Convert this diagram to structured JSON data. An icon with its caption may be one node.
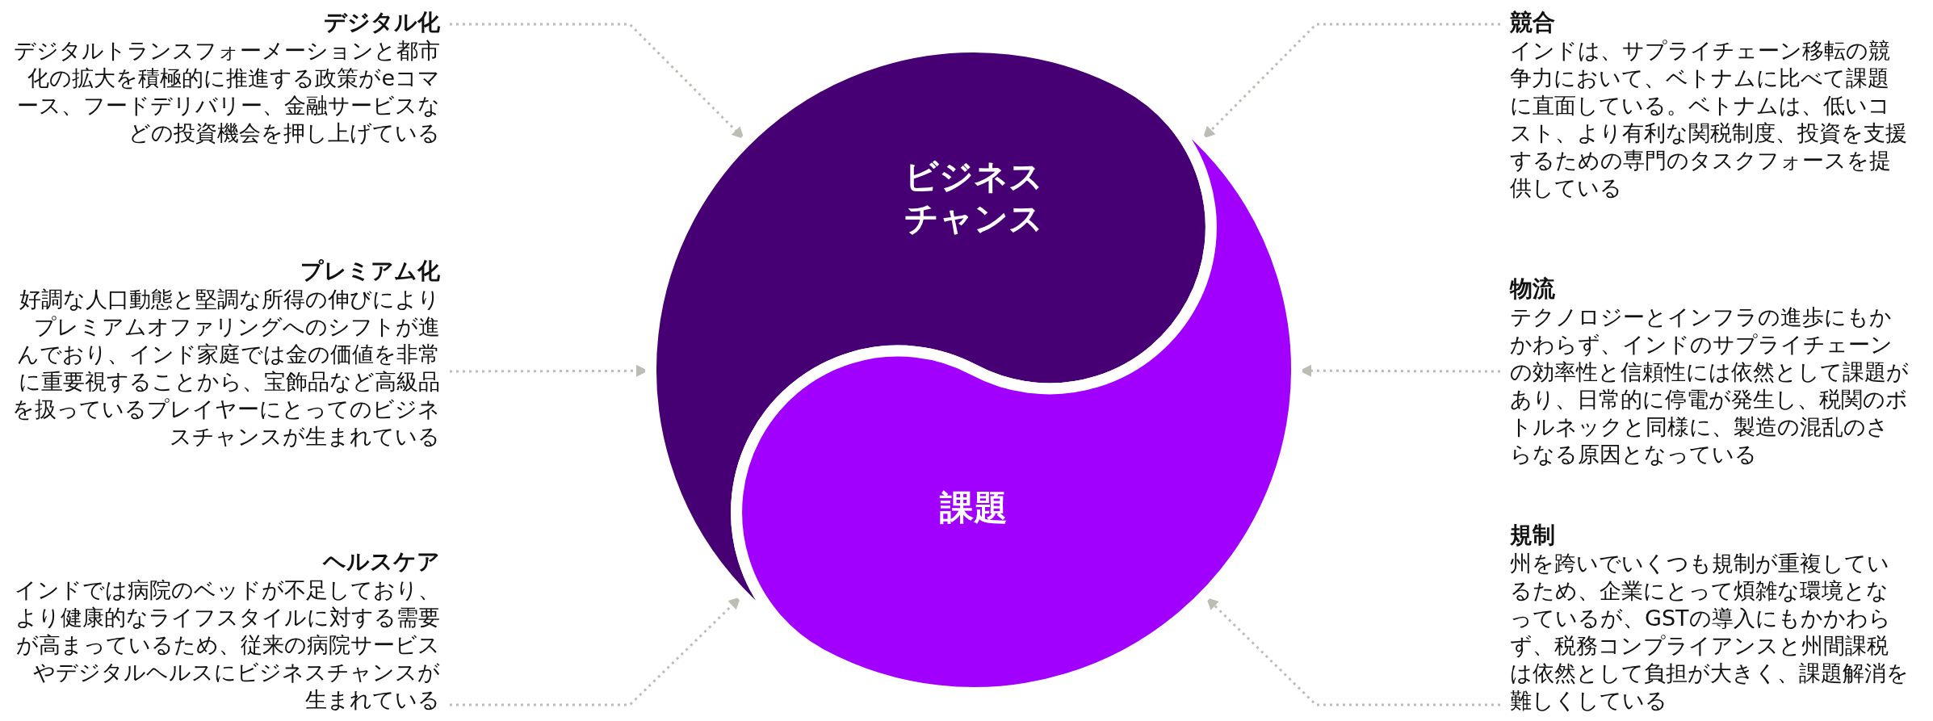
{
  "diagram": {
    "nodes": [
      {
        "text": [
          "ビジネスチャンス"
        ]
      },
      {
        "text": [
          "課題"
        ]
      },
      {
        "text": [
          "デジタル化",
          "デジタルトランスフォーメーションと都市化の拡大を積極的に推進する政策がeコマース、フードデリバリー、金融サービスなどの投資機会を押し上げている"
        ]
      },
      {
        "text": [
          "プレミアム化",
          "好調な人口動態と堅調な所得の伸びによりプレミアムオファリングへのシフトが進んでおり、インド家庭では金の価値を非常に重要視することから、宝飾品など高級品を扱っているプレイヤーにとってのビジネスチャンスが生まれている"
        ]
      },
      {
        "text": [
          "ヘルスケア",
          "インドでは病院のベッドが不足しており、より健康的なライフスタイルに対する需要が高まっているため、従来の病院サービスやデジタルヘルスにビジネスチャンスが生まれている"
        ]
      },
      {
        "text": [
          "競合",
          "インドは、サプライチェーン移転の競争力において、ベトナムに比べて課題に直面している。ベトナムは、低いコスト、より有利な関税制度、投資を支援するための専門のタスクフォースを提供している"
        ]
      },
      {
        "text": [
          "物流",
          "テクノロジーとインフラの進歩にもかかわらず、インドのサプライチェーンの効率性と信頼性には依然として課題があり、日常的に停電が発生し、税関のボトルネックと同様に、製造の混乱のさらなる原因となっている"
        ]
      },
      {
        "text": [
          "規制",
          "州を跨いでいくつも規制が重複しているため、企業にとって煩雑な環境となっているが、GSTの導入にもかかわらず、税務コンプライアンスと州間課税は依然として負担が大きく、課題解消を難しくしている"
        ]
      }
    ],
    "edges": [
      {
        "from": 2,
        "to": 0,
        "arrow": "to",
        "style": "dashed"
      },
      {
        "from": 3,
        "to": 0,
        "arrow": "to",
        "style": "dashed"
      },
      {
        "from": 4,
        "to": 0,
        "arrow": "to",
        "style": "dashed"
      },
      {
        "from": 5,
        "to": 1,
        "arrow": "to",
        "style": "dashed"
      },
      {
        "from": 6,
        "to": 1,
        "arrow": "to",
        "style": "dashed"
      },
      {
        "from": 7,
        "to": 1,
        "arrow": "to",
        "style": "dashed"
      }
    ]
  }
}
